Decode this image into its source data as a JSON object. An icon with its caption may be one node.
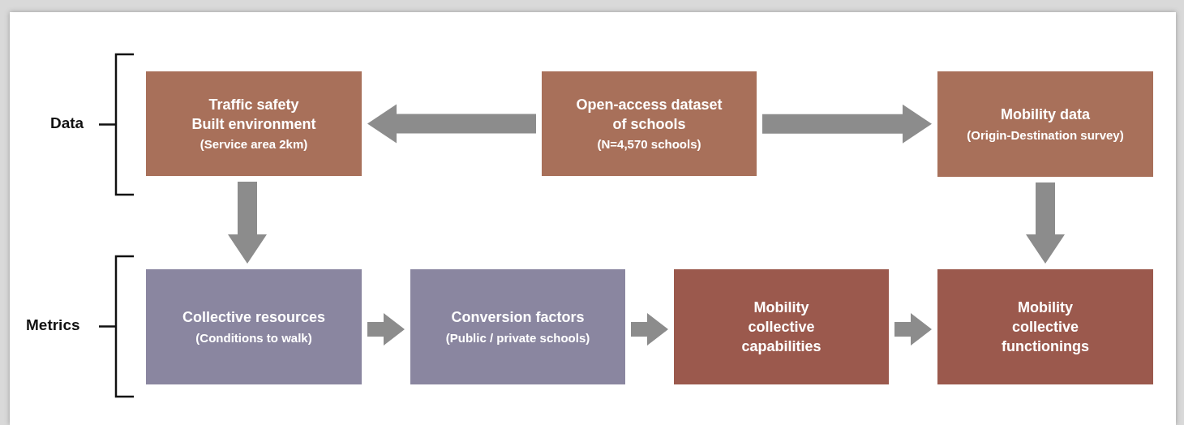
{
  "diagram": {
    "nodes": [
      {
        "text": [
          "Traffic safety",
          "Built environment",
          "(Service area 2km)"
        ]
      },
      {
        "text": [
          "Open-access dataset of schools",
          "(N=4,570 schools)"
        ]
      },
      {
        "text": [
          "Mobility data",
          "(Origin-Destination survey)"
        ]
      },
      {
        "text": [
          "Collective resources",
          "(Conditions to walk)"
        ]
      },
      {
        "text": [
          "Conversion factors",
          "(Public / private schools)"
        ]
      },
      {
        "text": [
          "Mobility",
          "collective capabilities"
        ]
      },
      {
        "text": [
          "Mobility",
          "collective functionings"
        ]
      }
    ],
    "edges": [
      {
        "from": 1,
        "to": 0,
        "arrow": "to"
      },
      {
        "from": 1,
        "to": 2,
        "arrow": "to"
      },
      {
        "from": 0,
        "to": 3,
        "arrow": "to"
      },
      {
        "from": 2,
        "to": 6,
        "arrow": "to"
      },
      {
        "from": 3,
        "to": 4,
        "arrow": "to"
      },
      {
        "from": 4,
        "to": 5,
        "arrow": "to"
      },
      {
        "from": 5,
        "to": 6,
        "arrow": "to"
      }
    ],
    "labels": [
      "Data",
      "Metrics"
    ]
  }
}
